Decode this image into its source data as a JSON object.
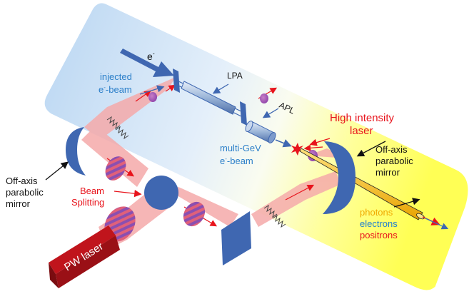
{
  "labels": {
    "electron": "e",
    "electron_sup": "-",
    "injected_line1": "injected",
    "injected_line2_e": "e",
    "injected_line2_sup": "-",
    "injected_line2_rest": "-beam",
    "lpa": "LPA",
    "apl": "APL",
    "multigev_line1": "multi-GeV",
    "multigev_line2_e": "e",
    "multigev_line2_sup": "-",
    "multigev_line2_rest": "-beam",
    "high_intensity_line1": "High intensity",
    "high_intensity_line2": "laser",
    "oap_left_line1": "Off-axis",
    "oap_left_line2": "parabolic",
    "oap_left_line3": "mirror",
    "oap_right_line1": "Off-axis",
    "oap_right_line2": "parabolic",
    "oap_right_line3": "mirror",
    "beam_splitting_line1": "Beam",
    "beam_splitting_line2": "Splitting",
    "photons": "photons",
    "electrons": "electrons",
    "positrons": "positrons",
    "pw_laser": "PW laser"
  },
  "colors": {
    "blue_region": "#cfe3f7",
    "yellow_region": "#ffff66",
    "optic_blue": "#3f67b1",
    "laser_pink": "#f3a6a6",
    "red_text": "#e8141c",
    "blue_text": "#2b7fc9",
    "photons_text": "#f0a800",
    "electrons_text": "#1f7fd0",
    "positrons_text": "#e8141c",
    "pw_laser_box": "#c0141c"
  }
}
